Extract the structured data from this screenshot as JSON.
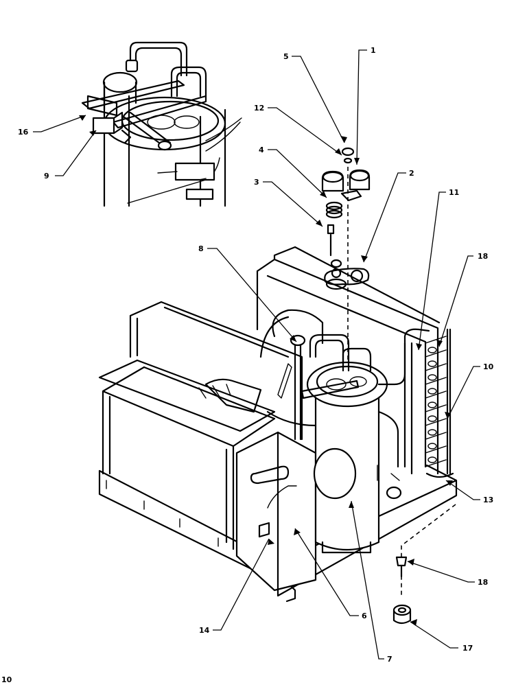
{
  "callouts": [
    {
      "id": "c1",
      "text": "1"
    },
    {
      "id": "c2",
      "text": "2"
    },
    {
      "id": "c3",
      "text": "3"
    },
    {
      "id": "c4",
      "text": "4"
    },
    {
      "id": "c5",
      "text": "5"
    },
    {
      "id": "c6",
      "text": "6"
    },
    {
      "id": "c7",
      "text": "7"
    },
    {
      "id": "c8",
      "text": "8"
    },
    {
      "id": "c9",
      "text": "9"
    },
    {
      "id": "c10",
      "text": "10"
    },
    {
      "id": "c11",
      "text": "11"
    },
    {
      "id": "c12",
      "text": "12"
    },
    {
      "id": "c13",
      "text": "13"
    },
    {
      "id": "c14",
      "text": "14"
    },
    {
      "id": "c16",
      "text": "16"
    },
    {
      "id": "c17",
      "text": "17"
    },
    {
      "id": "c18a",
      "text": "18"
    },
    {
      "id": "c18b",
      "text": "18"
    }
  ],
  "corner_mark": "10",
  "colors": {
    "ink": "#000000",
    "paper": "#ffffff"
  }
}
